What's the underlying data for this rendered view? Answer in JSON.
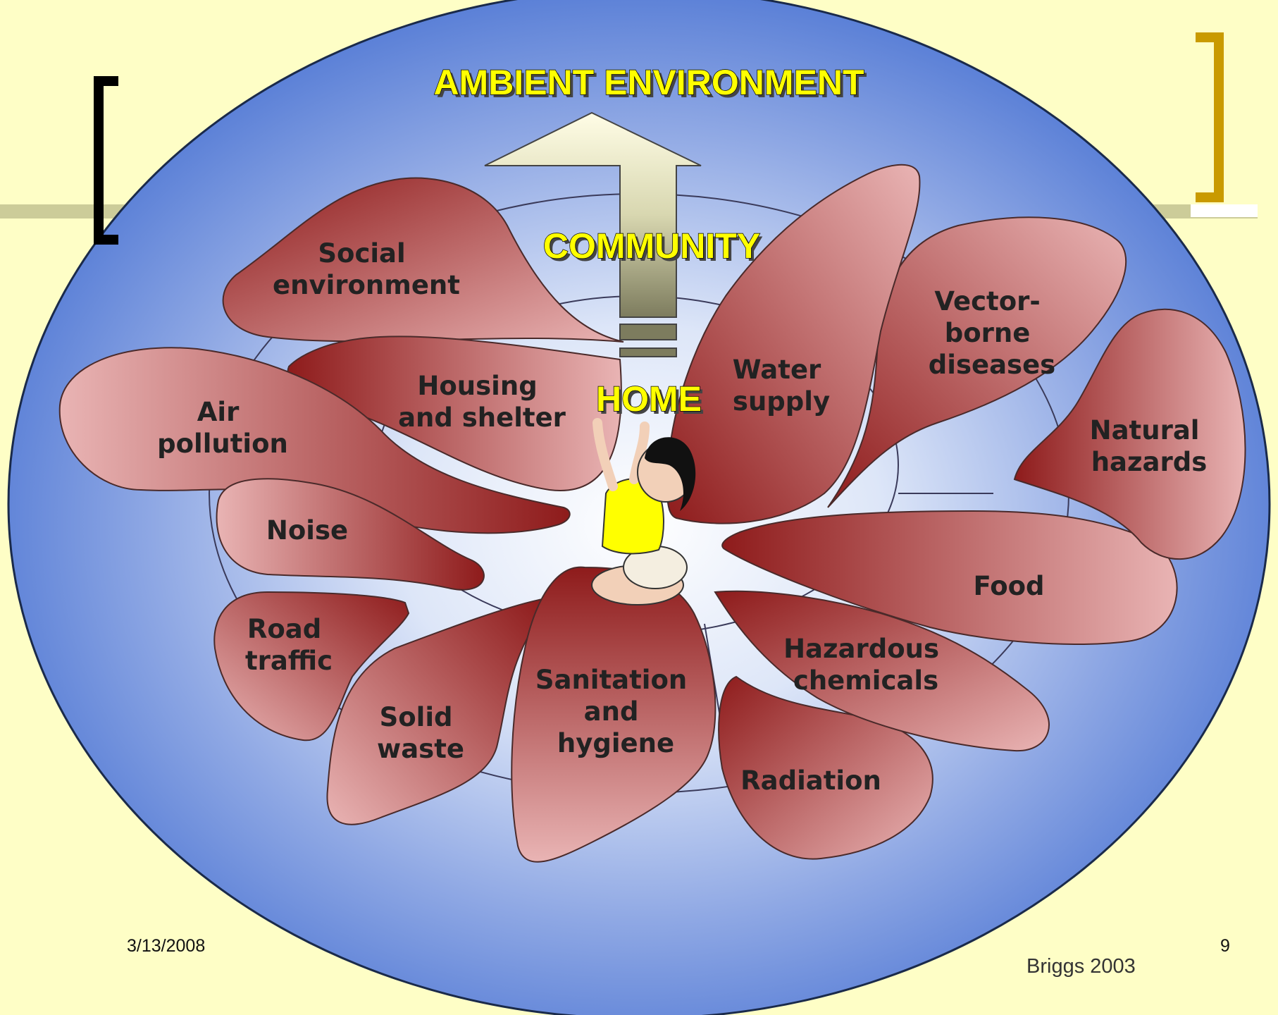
{
  "levels": {
    "ambient": "AMBIENT ENVIRONMENT",
    "community": "COMMUNITY",
    "home": "HOME"
  },
  "factors": {
    "social": [
      "Social",
      "environment"
    ],
    "housing": [
      "Housing",
      "and shelter"
    ],
    "air": [
      "Air",
      "pollution"
    ],
    "noise": [
      "Noise"
    ],
    "road": [
      "Road",
      "traffic"
    ],
    "solid": [
      "Solid",
      "waste"
    ],
    "sanitation": [
      "Sanitation",
      "and",
      "hygiene"
    ],
    "water": [
      "Water",
      "supply"
    ],
    "vector": [
      "Vector-",
      "borne",
      "diseases"
    ],
    "natural": [
      "Natural",
      "hazards"
    ],
    "food": [
      "Food"
    ],
    "hazardous": [
      "Hazardous",
      "chemicals"
    ],
    "radiation": [
      "Radiation"
    ]
  },
  "footer": {
    "date": "3/13/2008",
    "page": "9",
    "credit": "Briggs 2003"
  },
  "colors": {
    "background": "#fefec6",
    "outer_ellipse": "#4f77d4",
    "petal_dark": "#8e1b1b",
    "petal_light": "#e9b4b4",
    "level_text": "#ffff00",
    "bracket_left": "#000000",
    "bracket_right": "#c99a00"
  }
}
